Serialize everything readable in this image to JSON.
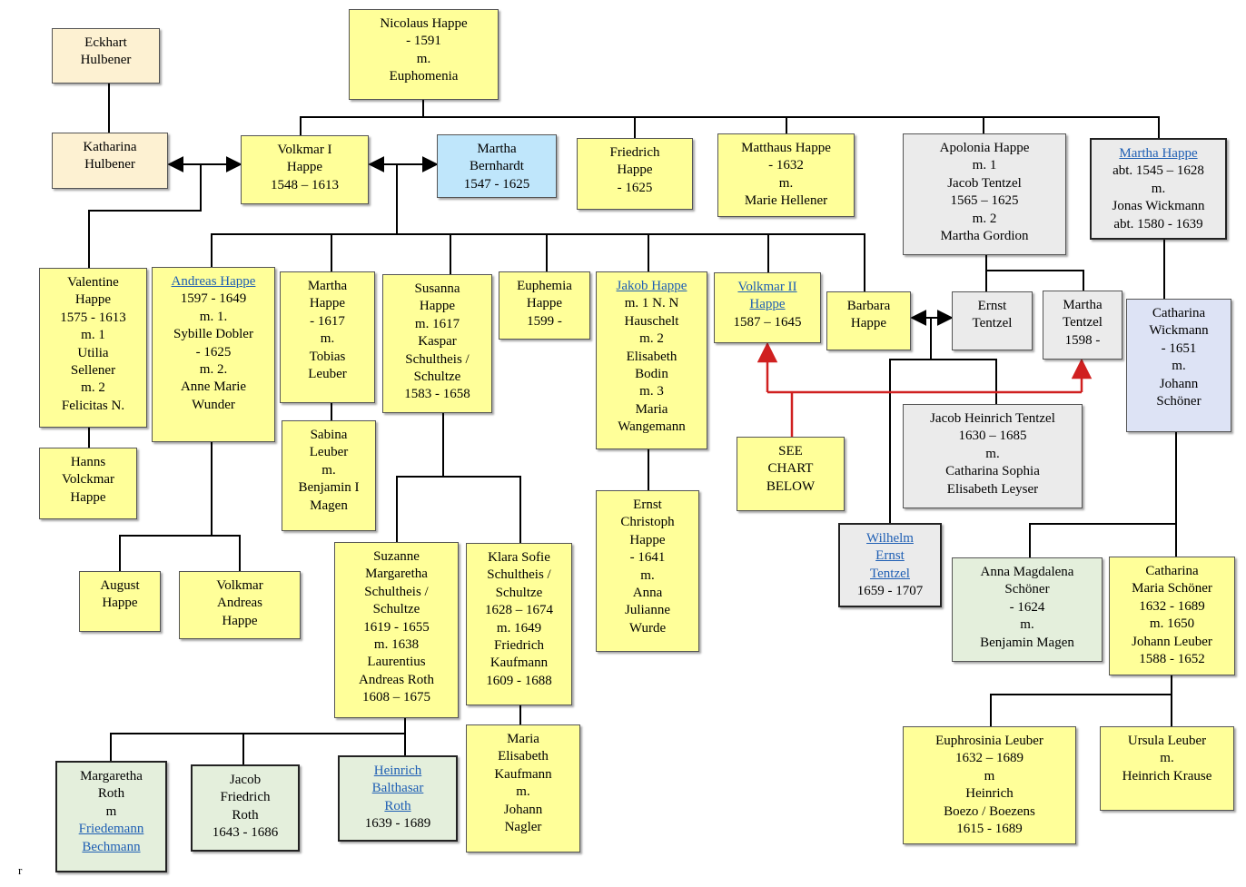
{
  "persons": [
    {
      "id": "eckhart",
      "lines": [
        "Eckhart",
        "Hulbener"
      ]
    },
    {
      "id": "nicolaus",
      "lines": [
        "Nicolaus Happe",
        "- 1591",
        "m.",
        "Euphomenia"
      ]
    },
    {
      "id": "katharina",
      "lines": [
        "Katharina",
        "Hulbener"
      ]
    },
    {
      "id": "volkmar1",
      "lines": [
        "Volkmar I",
        "Happe",
        "1548 – 1613"
      ]
    },
    {
      "id": "martha_bernhardt",
      "lines": [
        "Martha",
        "Bernhardt",
        "1547 - 1625"
      ]
    },
    {
      "id": "friedrich",
      "lines": [
        "Friedrich",
        "Happe",
        "- 1625"
      ]
    },
    {
      "id": "matthaus",
      "lines": [
        "Matthaus Happe",
        "- 1632",
        "m.",
        "Marie Hellener"
      ]
    },
    {
      "id": "apolonia",
      "lines": [
        "Apolonia Happe",
        "m. 1",
        "Jacob Tentzel",
        "1565 – 1625",
        "m. 2",
        "Martha Gordion"
      ]
    },
    {
      "id": "martha_happe_w",
      "lines": [
        "Martha Happe",
        "abt. 1545 – 1628",
        "m.",
        "Jonas Wickmann",
        "abt. 1580 - 1639"
      ]
    },
    {
      "id": "valentine",
      "lines": [
        "Valentine",
        "Happe",
        "1575 - 1613",
        "m. 1",
        "Utilia",
        "Sellener",
        "m. 2",
        "Felicitas N."
      ]
    },
    {
      "id": "andreas",
      "lines": [
        "Andreas Happe",
        "1597 - 1649",
        "m. 1.",
        "Sybille Dobler",
        "- 1625",
        "m. 2.",
        "Anne Marie",
        "Wunder"
      ]
    },
    {
      "id": "martha_leuber",
      "lines": [
        "Martha",
        "Happe",
        "- 1617",
        "m.",
        "Tobias",
        "Leuber"
      ]
    },
    {
      "id": "susanna",
      "lines": [
        "Susanna",
        "Happe",
        "m. 1617",
        "Kaspar",
        "Schultheis /",
        "Schultze",
        "1583 - 1658"
      ]
    },
    {
      "id": "euphemia",
      "lines": [
        "Euphemia",
        "Happe",
        "1599 -"
      ]
    },
    {
      "id": "jakob",
      "lines": [
        "Jakob Happe",
        "m. 1 N. N",
        "Hauschelt",
        "m. 2",
        "Elisabeth",
        "Bodin",
        "m. 3",
        "Maria",
        "Wangemann"
      ]
    },
    {
      "id": "volkmar2",
      "lines": [
        "Volkmar II",
        "Happe",
        "1587 – 1645"
      ]
    },
    {
      "id": "barbara",
      "lines": [
        "Barbara",
        "Happe"
      ]
    },
    {
      "id": "ernst_tentzel",
      "lines": [
        "Ernst",
        "Tentzel"
      ]
    },
    {
      "id": "martha_tentzel",
      "lines": [
        "Martha",
        "Tentzel",
        "1598 -"
      ]
    },
    {
      "id": "catharina_wickmann",
      "lines": [
        "Catharina",
        "Wickmann",
        "- 1651",
        "m.",
        "Johann",
        "Schöner"
      ]
    },
    {
      "id": "hanns",
      "lines": [
        "Hanns",
        "Volckmar",
        "Happe"
      ]
    },
    {
      "id": "sabina",
      "lines": [
        "Sabina",
        "Leuber",
        "m.",
        "Benjamin I",
        "Magen"
      ]
    },
    {
      "id": "see_chart",
      "lines": [
        "SEE",
        "CHART",
        "BELOW"
      ]
    },
    {
      "id": "jacob_heinrich",
      "lines": [
        "Jacob Heinrich Tentzel",
        "1630 – 1685",
        "m.",
        "Catharina Sophia",
        "Elisabeth Leyser"
      ]
    },
    {
      "id": "ernst_christoph",
      "lines": [
        "Ernst",
        "Christoph",
        "Happe",
        "- 1641",
        "m.",
        "Anna",
        "Julianne",
        "Wurde"
      ]
    },
    {
      "id": "wilhelm",
      "lines": [
        "Wilhelm",
        "Ernst",
        "Tentzel",
        "1659 - 1707"
      ]
    },
    {
      "id": "anna_magdalena",
      "lines": [
        "Anna Magdalena",
        "Schöner",
        "- 1624",
        "m.",
        "Benjamin Magen"
      ]
    },
    {
      "id": "catharina_maria",
      "lines": [
        "Catharina",
        "Maria Schöner",
        "1632 - 1689",
        "m. 1650",
        "Johann Leuber",
        "1588 - 1652"
      ]
    },
    {
      "id": "august",
      "lines": [
        "August",
        "Happe"
      ]
    },
    {
      "id": "volkmar_andreas",
      "lines": [
        "Volkmar",
        "Andreas",
        "Happe"
      ]
    },
    {
      "id": "suzanne",
      "lines": [
        "Suzanne",
        "Margaretha",
        "Schultheis /",
        "Schultze",
        "1619 - 1655",
        "m. 1638",
        "Laurentius",
        "Andreas Roth",
        "1608 – 1675"
      ]
    },
    {
      "id": "klara",
      "lines": [
        "Klara Sofie",
        "Schultheis /",
        "Schultze",
        "1628 – 1674",
        "m. 1649",
        "Friedrich",
        "Kaufmann",
        "1609 - 1688"
      ]
    },
    {
      "id": "maria_elisabeth",
      "lines": [
        "Maria",
        "Elisabeth",
        "Kaufmann",
        "m.",
        "Johann",
        "Nagler"
      ]
    },
    {
      "id": "margaretha_roth",
      "lines": [
        "Margaretha",
        "Roth",
        "m",
        "Friedemann",
        "Bechmann"
      ]
    },
    {
      "id": "jacob_friedrich",
      "lines": [
        "Jacob",
        "Friedrich",
        "Roth",
        "1643 - 1686"
      ]
    },
    {
      "id": "heinrich_balthasar",
      "lines": [
        "Heinrich",
        "Balthasar",
        "Roth",
        "1639 - 1689"
      ]
    },
    {
      "id": "euphrosinia",
      "lines": [
        "Euphrosinia Leuber",
        "1632 – 1689",
        "m",
        "Heinrich",
        "Boezo / Boezens",
        "1615 - 1689"
      ]
    },
    {
      "id": "ursula",
      "lines": [
        "Ursula Leuber",
        "m.",
        "Heinrich Krause"
      ]
    }
  ],
  "footnote": "r"
}
